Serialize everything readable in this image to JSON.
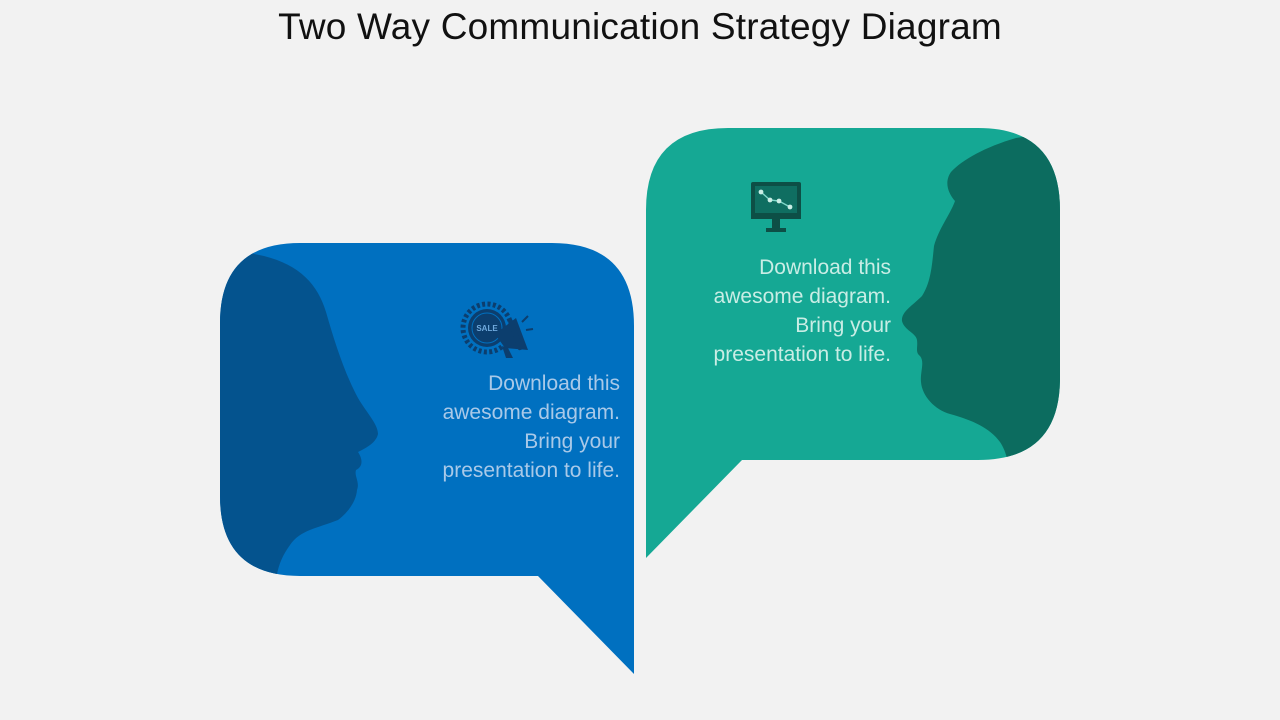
{
  "slide": {
    "title": "Two Way Communication Strategy Diagram"
  },
  "bubbles": [
    {
      "id": "left",
      "lines": [
        "Download this",
        "awesome diagram.",
        "Bring your",
        "presentation to life."
      ],
      "icon": "sale-megaphone-icon",
      "icon_badge_text": "SALE"
    },
    {
      "id": "right",
      "lines": [
        "Download this",
        "awesome diagram.",
        "Bring your",
        "presentation to life."
      ],
      "icon": "monitor-network-icon"
    }
  ],
  "colors": {
    "background": "#f2f2f2",
    "blue_bubble": "#0070c0",
    "blue_silhouette": "#04538e",
    "teal_bubble": "#15a894",
    "teal_silhouette": "#0c6c5f"
  }
}
